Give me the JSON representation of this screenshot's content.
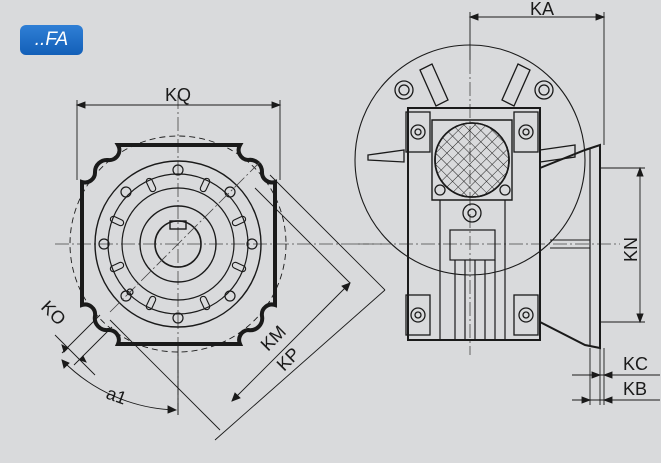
{
  "badge": {
    "label": "..FA",
    "color": "#1f6fc9"
  },
  "labels": {
    "KA": "KA",
    "KQ": "KQ",
    "KN": "KN",
    "KO": "KO",
    "KM": "KM",
    "KP": "KP",
    "a1": "a1",
    "KC": "KC",
    "KB": "KB"
  },
  "colors": {
    "background": "#d9dadc",
    "outline": "#1a1a1a",
    "hidden_line": "#333333"
  }
}
